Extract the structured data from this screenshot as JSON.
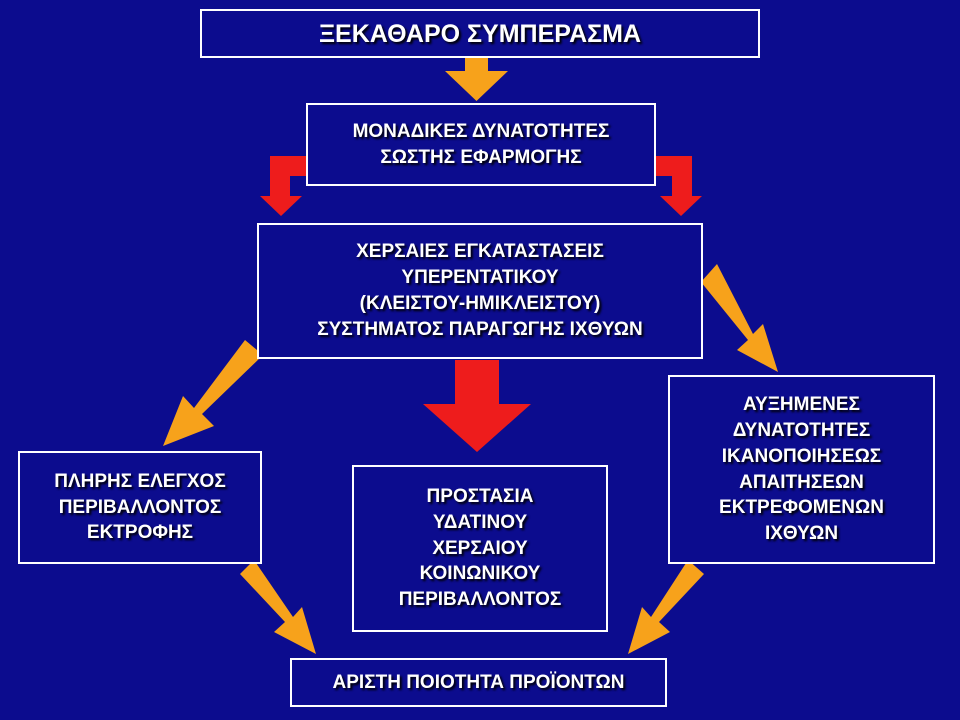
{
  "colors": {
    "background": "#0c0c8e",
    "text": "#ffffff",
    "border": "#ffffff",
    "arrow_orange": "#f7a21b",
    "arrow_red": "#ee1c1c"
  },
  "boxes": {
    "conclusion": {
      "lines": [
        "ΞΕΚΑΘΑΡΟ ΣΥΜΠΕΡΑΣΜΑ"
      ]
    },
    "unique_possibilities": {
      "lines": [
        "ΜΟΝΑΔΙΚΕΣ ΔΥΝΑΤΟΤΗΤΕΣ",
        "ΣΩΣΤΗΣ ΕΦΑΡΜΟΓΗΣ"
      ]
    },
    "land_facilities": {
      "lines": [
        "ΧΕΡΣΑΙΕΣ ΕΓΚΑΤΑΣΤΑΣΕΙΣ",
        "ΥΠΕΡΕΝΤΑΤΙΚΟΥ",
        "(ΚΛΕΙΣΤΟΥ-ΗΜΙΚΛΕΙΣΤΟΥ)",
        "ΣΥΣΤΗΜΑΤΟΣ ΠΑΡΑΓΩΓΗΣ ΙΧΘΥΩΝ"
      ]
    },
    "full_control": {
      "lines": [
        "ΠΛΗΡΗΣ ΕΛΕΓΧΟΣ",
        "ΠΕΡΙΒΑΛΛΟΝΤΟΣ",
        "ΕΚΤΡΟΦΗΣ"
      ]
    },
    "protection": {
      "lines": [
        "ΠΡΟΣΤΑΣΙΑ",
        "ΥΔΑΤΙΝΟΥ",
        "ΧΕΡΣΑΙΟΥ",
        "ΚΟΙΝΩΝΙΚΟΥ",
        "ΠΕΡΙΒΑΛΛΟΝΤΟΣ"
      ]
    },
    "increased_capabilities": {
      "lines": [
        "ΑΥΞΗΜΕΝΕΣ",
        "ΔΥΝΑΤΟΤΗΤΕΣ",
        "ΙΚΑΝΟΠΟΙΗΣΕΩΣ",
        "ΑΠΑΙΤΗΣΕΩΝ",
        "ΕΚΤΡΕΦΟΜΕΝΩΝ",
        "ΙΧΘΥΩΝ"
      ]
    },
    "quality": {
      "lines": [
        "ΑΡΙΣΤΗ ΠΟΙΟΤΗΤΑ ΠΡΟΪΟΝΤΩΝ"
      ]
    }
  }
}
